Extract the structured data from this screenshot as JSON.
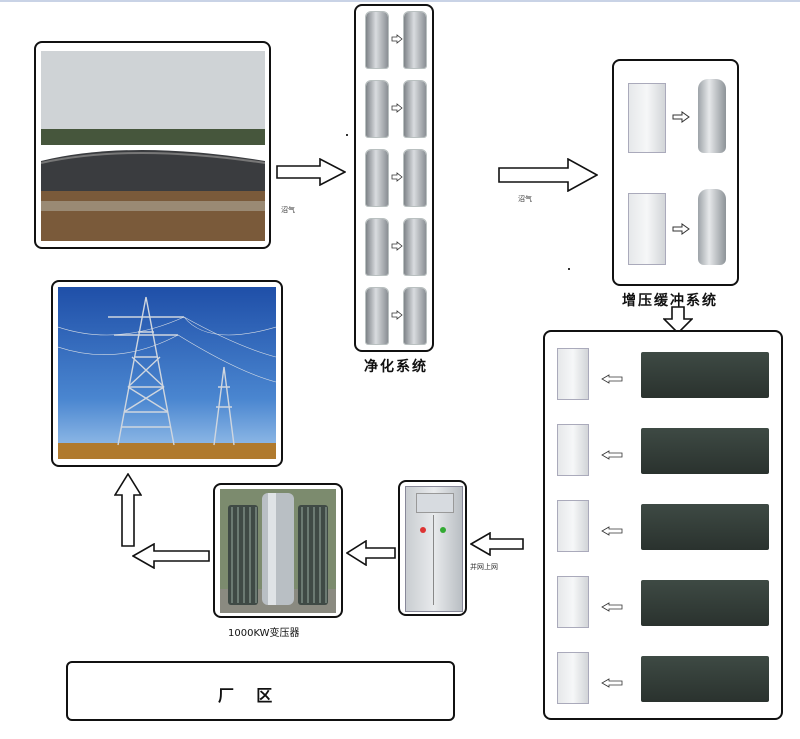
{
  "labels": {
    "biogas_1": "沼气",
    "biogas_2": "沼气",
    "purification_title": "净化系统",
    "booster_title": "增压缓冲系统",
    "grid_connect": "并网上网",
    "transformer": "1000KW变压器",
    "plant_area": "厂    区"
  },
  "colors": {
    "border": "#111111",
    "sky": "#2a62b8",
    "panel_bg": "#ffffff"
  },
  "icons": {
    "arrow": "hollow-arrow-icon",
    "small_arrow": "small-arrow-icon"
  }
}
